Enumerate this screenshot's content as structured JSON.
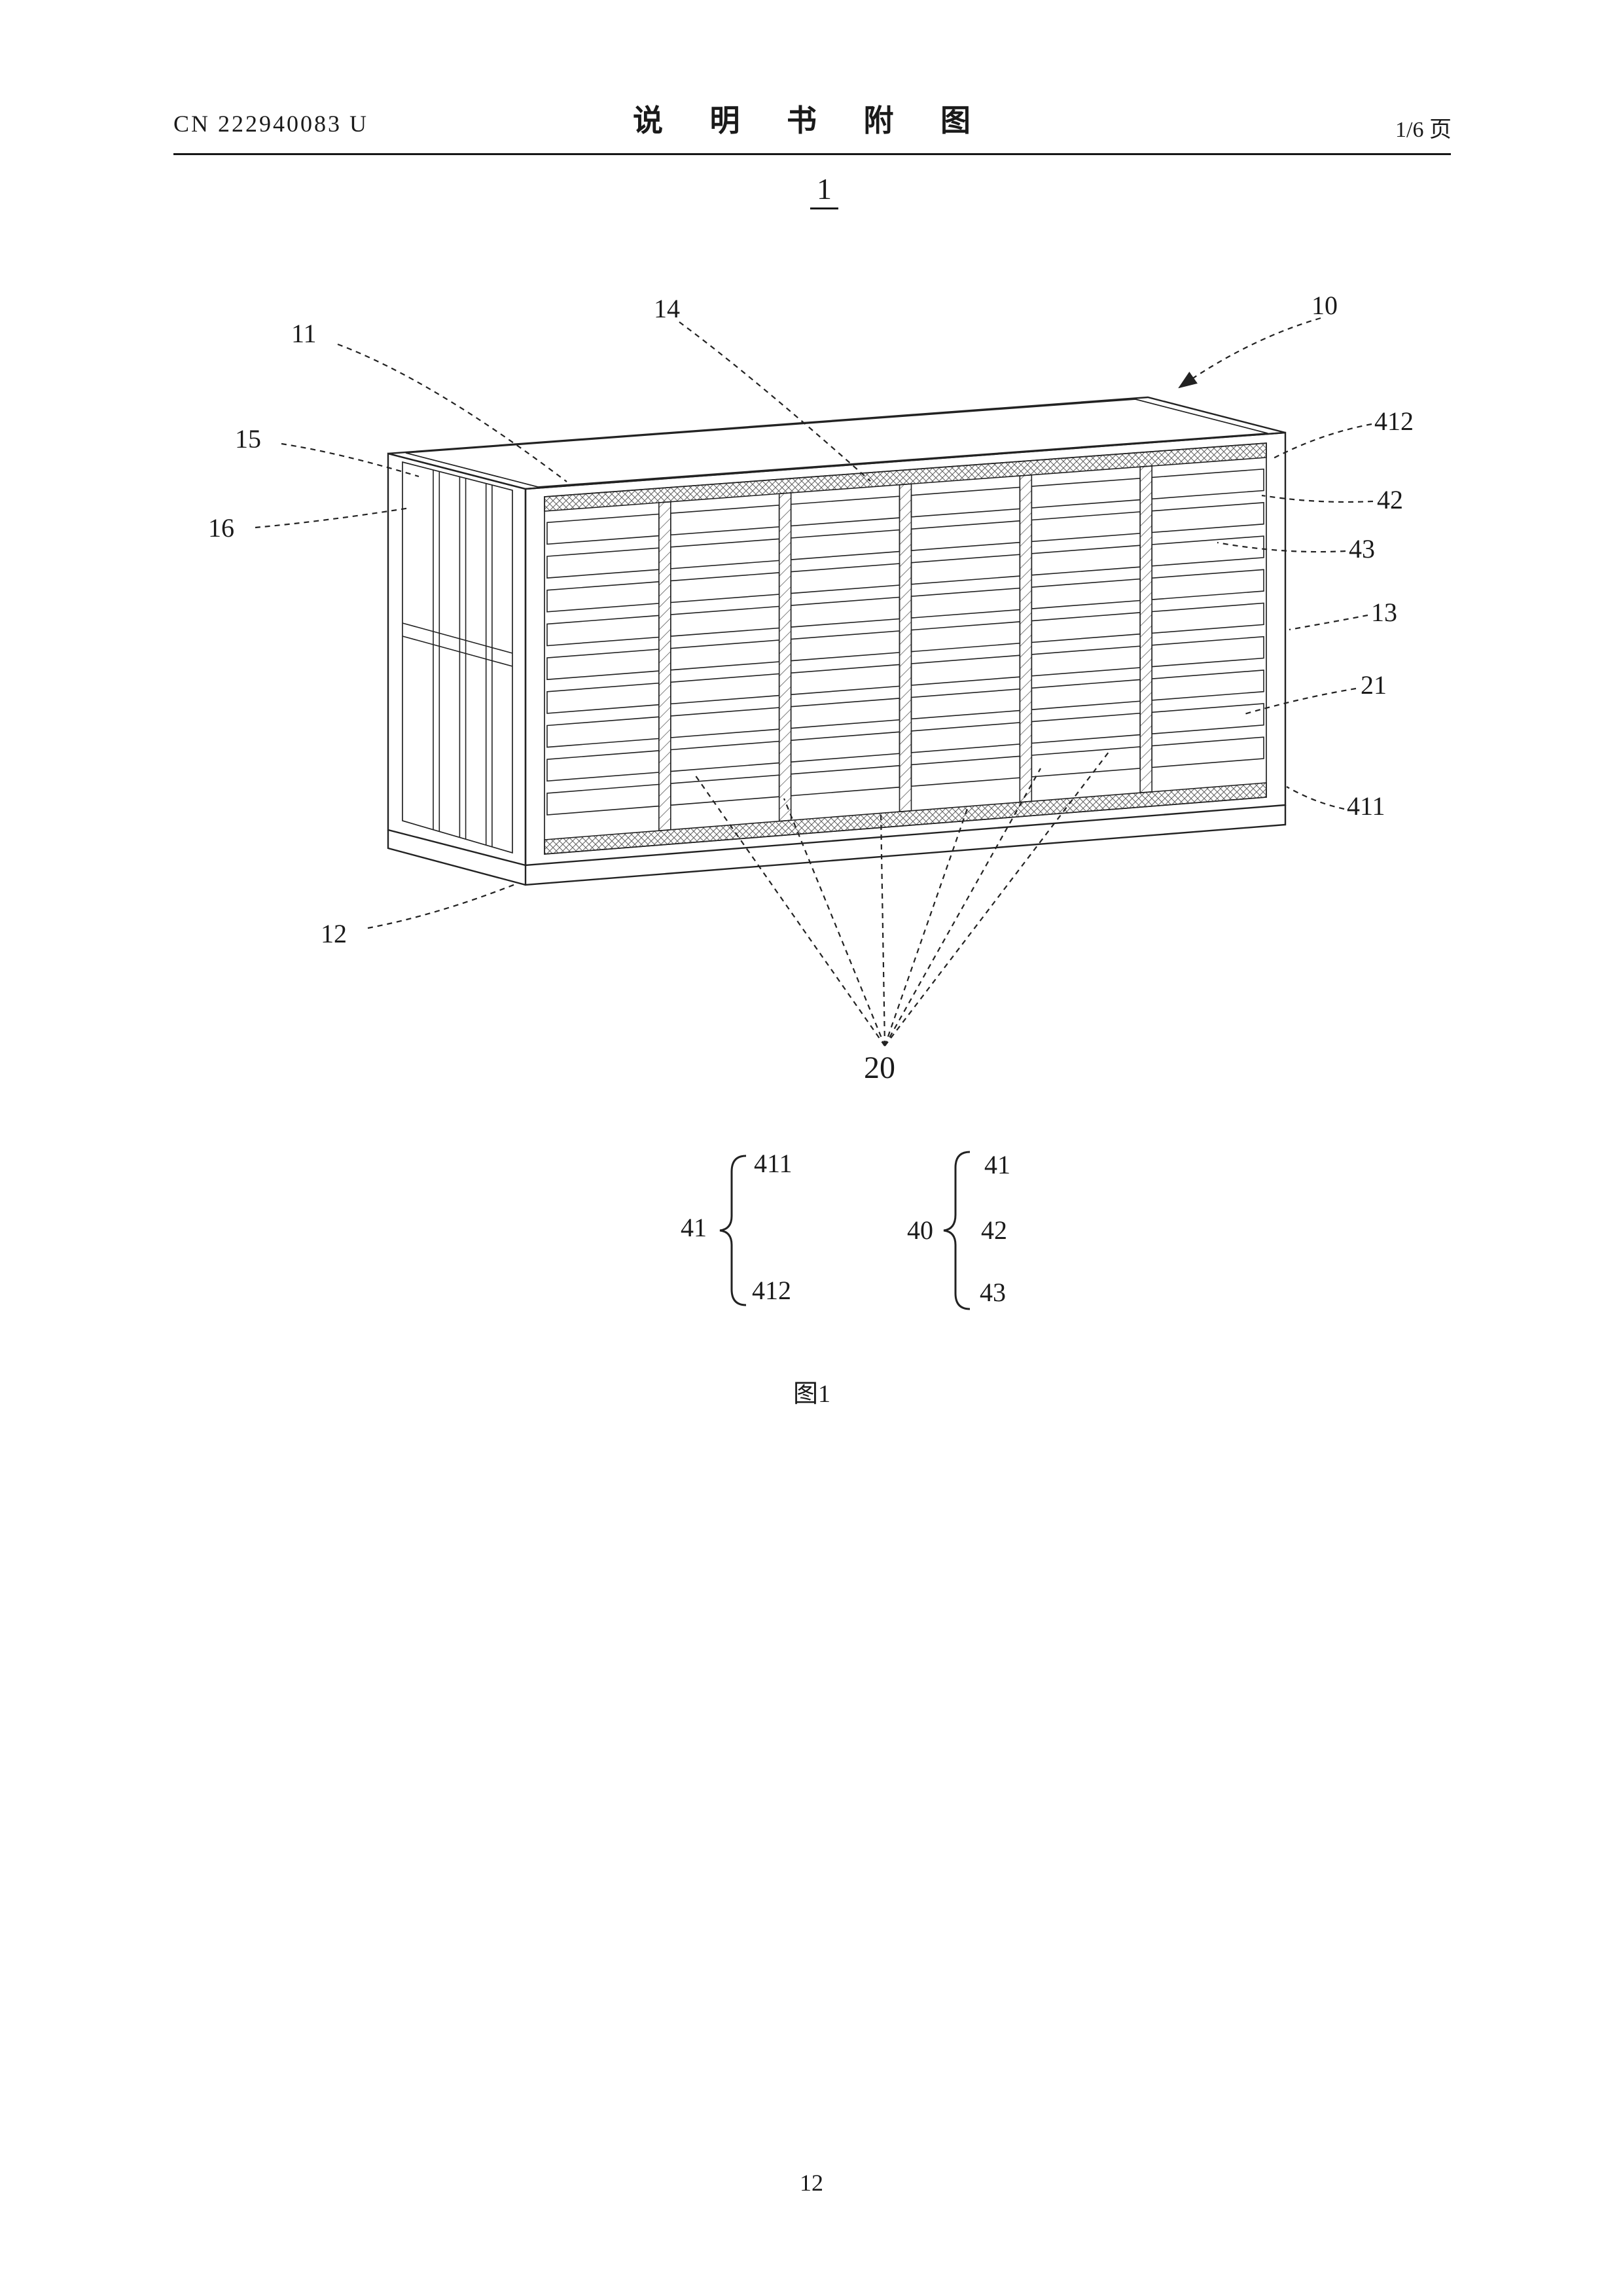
{
  "header": {
    "patent_number": "CN 222940083 U",
    "document_title": "说 明 书 附 图",
    "page_indicator": "1/6 页"
  },
  "figure": {
    "number": "1",
    "caption": "图1",
    "labels": {
      "n10": "10",
      "n11": "11",
      "n12": "12",
      "n13": "13",
      "n14": "14",
      "n15": "15",
      "n16": "16",
      "n20": "20",
      "n21": "21",
      "n411": "411",
      "n412": "412",
      "n42": "42",
      "n43": "43"
    },
    "legend_groups": [
      {
        "label": "41",
        "members": [
          "411",
          "412"
        ]
      },
      {
        "label": "40",
        "members": [
          "41",
          "42",
          "43"
        ]
      }
    ]
  },
  "footer": {
    "page_number": "12"
  }
}
